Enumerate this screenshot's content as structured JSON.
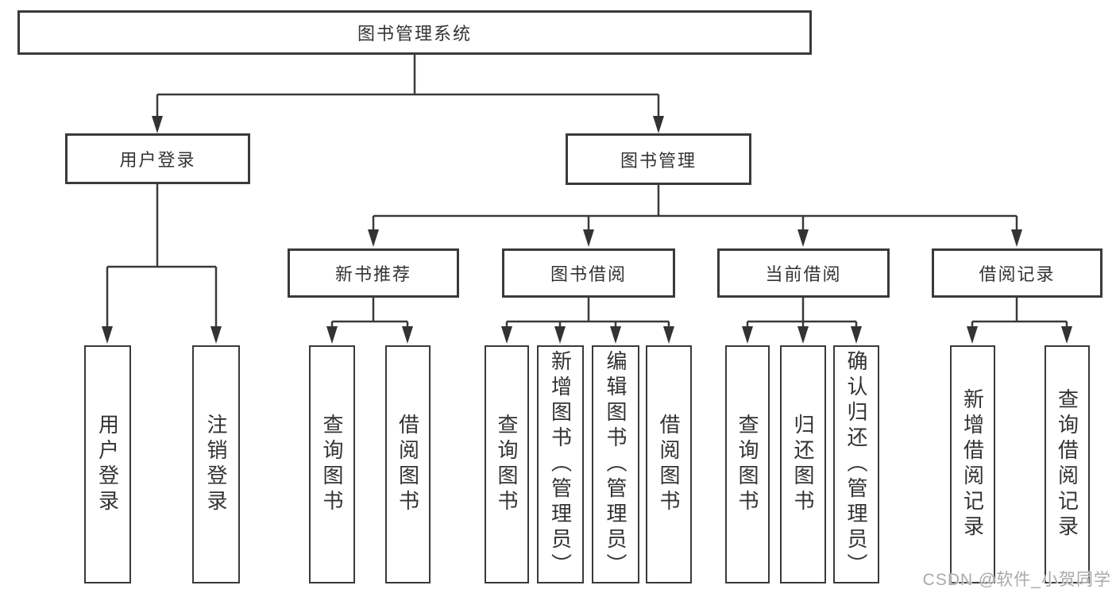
{
  "diagram": {
    "type": "hierarchy-tree",
    "root": {
      "label": "图书管理系统"
    },
    "login": {
      "label": "用户登录",
      "children": [
        {
          "label": "用户登录"
        },
        {
          "label": "注销登录"
        }
      ]
    },
    "management": {
      "label": "图书管理",
      "sections": [
        {
          "label": "新书推荐",
          "children": [
            {
              "label": "查询图书"
            },
            {
              "label": "借阅图书"
            }
          ]
        },
        {
          "label": "图书借阅",
          "children": [
            {
              "label": "查询图书"
            },
            {
              "label": "新增图书（管理员）"
            },
            {
              "label": "编辑图书（管理员）"
            },
            {
              "label": "借阅图书"
            }
          ]
        },
        {
          "label": "当前借阅",
          "children": [
            {
              "label": "查询图书"
            },
            {
              "label": "归还图书"
            },
            {
              "label": "确认归还（管理员）"
            }
          ]
        },
        {
          "label": "借阅记录",
          "children": [
            {
              "label": "新增借阅记录"
            },
            {
              "label": "查询借阅记录"
            }
          ]
        }
      ]
    },
    "watermark": "CSDN @软件_小贺同学",
    "colors": {
      "line": "#3a3a3a",
      "box_border": "#3a3a3a",
      "box_fill": "#ffffff",
      "text": "#333333",
      "background": "#ffffff",
      "watermark": "#a9a9a9"
    }
  }
}
